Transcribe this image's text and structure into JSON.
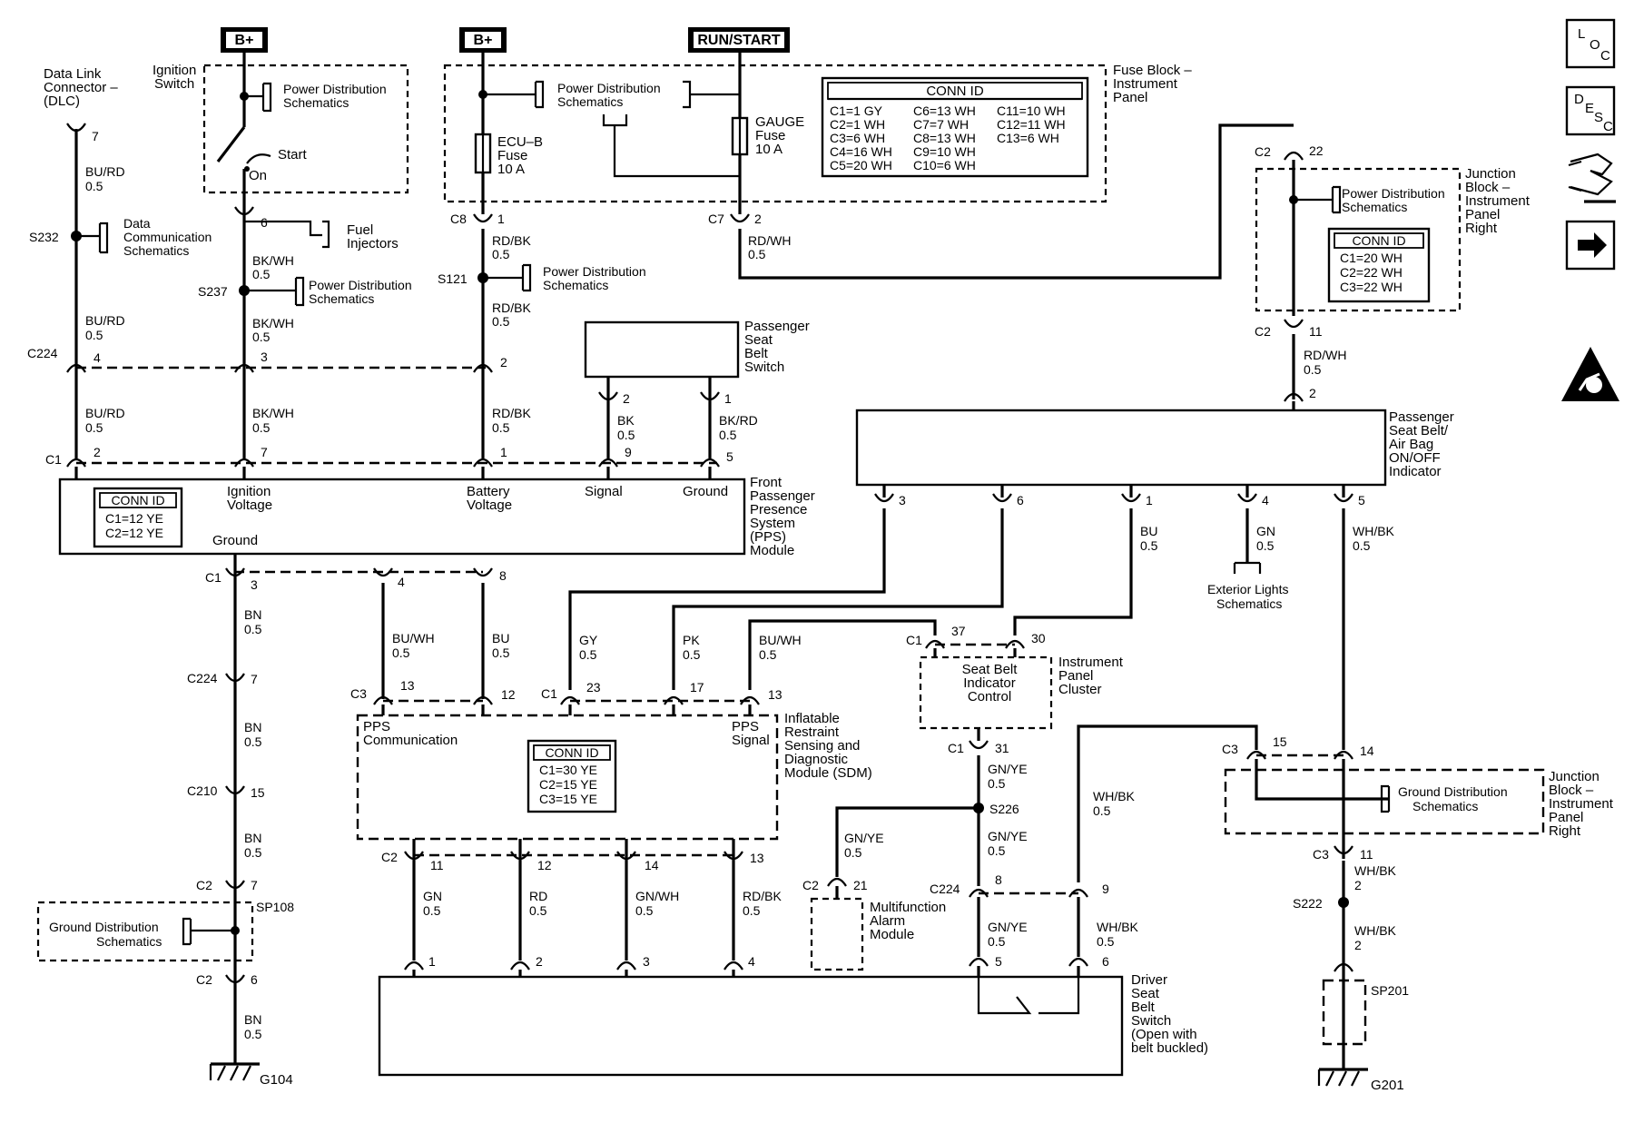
{
  "sources": {
    "bplus_left": "B+",
    "bplus_center": "B+",
    "run_start": "RUN/START"
  },
  "components": {
    "dlc": [
      "Data Link",
      "Connector –",
      "(DLC)"
    ],
    "ignition_switch": [
      "Ignition",
      "Switch"
    ],
    "start": "Start",
    "on": "On",
    "fuse_block": [
      "Fuse Block –",
      "Instrument",
      "Panel"
    ],
    "ecu_b_fuse": [
      "ECU–B",
      "Fuse",
      "10 A"
    ],
    "gauge_fuse": [
      "GAUGE",
      "Fuse",
      "10 A"
    ],
    "fuel_injectors": [
      "Fuel",
      "Injectors"
    ],
    "passenger_seat_belt_switch": [
      "Passenger",
      "Seat",
      "Belt",
      "Switch"
    ],
    "indicator": [
      "Passenger",
      "Seat Belt/",
      "Air Bag",
      "ON/OFF",
      "Indicator"
    ],
    "pps_module": [
      "Front",
      "Passenger",
      "Presence",
      "System",
      "(PPS)",
      "Module"
    ],
    "pps_pins": {
      "ignition": [
        "Ignition",
        "Voltage"
      ],
      "battery": [
        "Battery",
        "Voltage"
      ],
      "signal": "Signal",
      "ground_pin": "Ground",
      "ground": "Ground"
    },
    "junction_block_top": [
      "Junction",
      "Block –",
      "Instrument",
      "Panel",
      "Right"
    ],
    "junction_block_bottom": [
      "Junction",
      "Block –",
      "Instrument",
      "Panel",
      "Right"
    ],
    "sdm": [
      "Inflatable",
      "Restraint",
      "Sensing and",
      "Diagnostic",
      "Module (SDM)"
    ],
    "sdm_pps_comm": [
      "PPS",
      "Communication"
    ],
    "sdm_pps_signal": [
      "PPS",
      "Signal"
    ],
    "ipc": [
      "Instrument",
      "Panel",
      "Cluster"
    ],
    "seat_belt_indicator_control": [
      "Seat Belt",
      "Indicator",
      "Control"
    ],
    "exterior_lights": [
      "Exterior Lights",
      "Schematics"
    ],
    "multifunction_alarm": [
      "Multifunction",
      "Alarm",
      "Module"
    ],
    "driver_seat_belt_switch": [
      "Driver",
      "Seat",
      "Belt",
      "Switch",
      "(Open with",
      "belt buckled)"
    ],
    "ground_distribution": [
      "Ground Distribution",
      "Schematics"
    ],
    "ground_distribution_right": [
      "Ground Distribution",
      "Schematics"
    ],
    "data_comm": [
      "Data",
      "Communication",
      "Schematics"
    ],
    "power_distribution": [
      "Power Distribution",
      "Schematics"
    ]
  },
  "conn_tables": {
    "fuse_block": {
      "title": "CONN ID",
      "rows": [
        [
          "C1=1 GY",
          "C6=13 WH",
          "C11=10 WH"
        ],
        [
          "C2=1 WH",
          "C7=7 WH",
          "C12=11 WH"
        ],
        [
          "C3=6 WH",
          "C8=13 WH",
          "C13=6 WH"
        ],
        [
          "C4=16 WH",
          "C9=10 WH",
          ""
        ],
        [
          "C5=20 WH",
          "C10=6 WH",
          ""
        ]
      ]
    },
    "pps": {
      "title": "CONN ID",
      "rows": [
        "C1=12 YE",
        "C2=12 YE"
      ]
    },
    "junction": {
      "title": "CONN ID",
      "rows": [
        "C1=20 WH",
        "C2=22 WH",
        "C3=22 WH"
      ]
    },
    "sdm": {
      "title": "CONN ID",
      "rows": [
        "C1=30 YE",
        "C2=15 YE",
        "C3=15 YE"
      ]
    }
  },
  "splices": {
    "s232": "S232",
    "s237": "S237",
    "s121": "S121",
    "s226": "S226",
    "s222": "S222",
    "sp108": "SP108",
    "sp201": "SP201"
  },
  "grounds": {
    "g104": "G104",
    "g201": "G201"
  },
  "connectors": {
    "c1": "C1",
    "c2": "C2",
    "c3": "C3",
    "c7": "C7",
    "c8": "C8",
    "c210": "C210",
    "c224": "C224"
  },
  "pins": {
    "p1": "1",
    "p2": "2",
    "p3": "3",
    "p4": "4",
    "p5": "5",
    "p6": "6",
    "p7": "7",
    "p8": "8",
    "p9": "9",
    "p11": "11",
    "p12": "12",
    "p13": "13",
    "p14": "14",
    "p15": "15",
    "p17": "17",
    "p21": "21",
    "p22": "22",
    "p23": "23",
    "p30": "30",
    "p31": "31",
    "p37": "37"
  },
  "wires": {
    "bu_rd": "BU/RD",
    "bk_wh": "BK/WH",
    "rd_bk": "RD/BK",
    "rd_wh": "RD/WH",
    "bk": "BK",
    "bk_rd": "BK/RD",
    "bn": "BN",
    "bu_wh": "BU/WH",
    "bu": "BU",
    "gy": "GY",
    "pk": "PK",
    "gn": "GN",
    "wh_bk": "WH/BK",
    "gn_ye": "GN/YE",
    "rd": "RD",
    "gn_wh": "GN/WH",
    "g05": "0.5",
    "g2": "2"
  },
  "nav": {
    "loc": [
      "L",
      "O",
      "C"
    ],
    "desc": [
      "D",
      "E",
      "S",
      "C"
    ]
  },
  "icons": [
    "loc-icon",
    "desc-icon",
    "schematic-connector-icon",
    "next-arrow-icon",
    "esd-warning-icon"
  ]
}
